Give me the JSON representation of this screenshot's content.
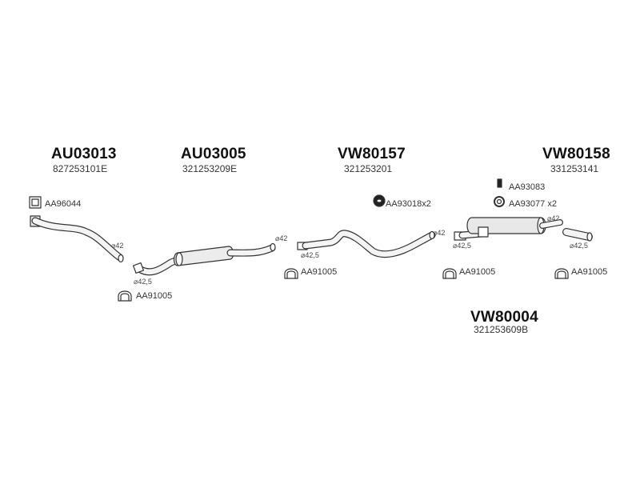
{
  "groups": [
    {
      "code": "AU03013",
      "part": "827253101E"
    },
    {
      "code": "AU03005",
      "part": "321253209E"
    },
    {
      "code": "VW80157",
      "part": "321253201"
    },
    {
      "code": "VW80158",
      "part": "331253141"
    },
    {
      "code": "VW80004",
      "part": "321253609B"
    }
  ],
  "accessories": {
    "gasket": "AA96044",
    "hanger": "AA93018x2",
    "bolt": "AA93083",
    "ring": "AA93077 x2",
    "clamp_1": "AA91005",
    "clamp_2": "AA91005",
    "clamp_3": "AA91005",
    "clamp_4": "AA91005"
  },
  "diameters": {
    "d1": "⌀42",
    "d2": "⌀42,5",
    "d3": "⌀42",
    "d4": "⌀42,5",
    "d5": "⌀42",
    "d6": "⌀42,5",
    "d7": "⌀42",
    "d8": "⌀42,5"
  }
}
